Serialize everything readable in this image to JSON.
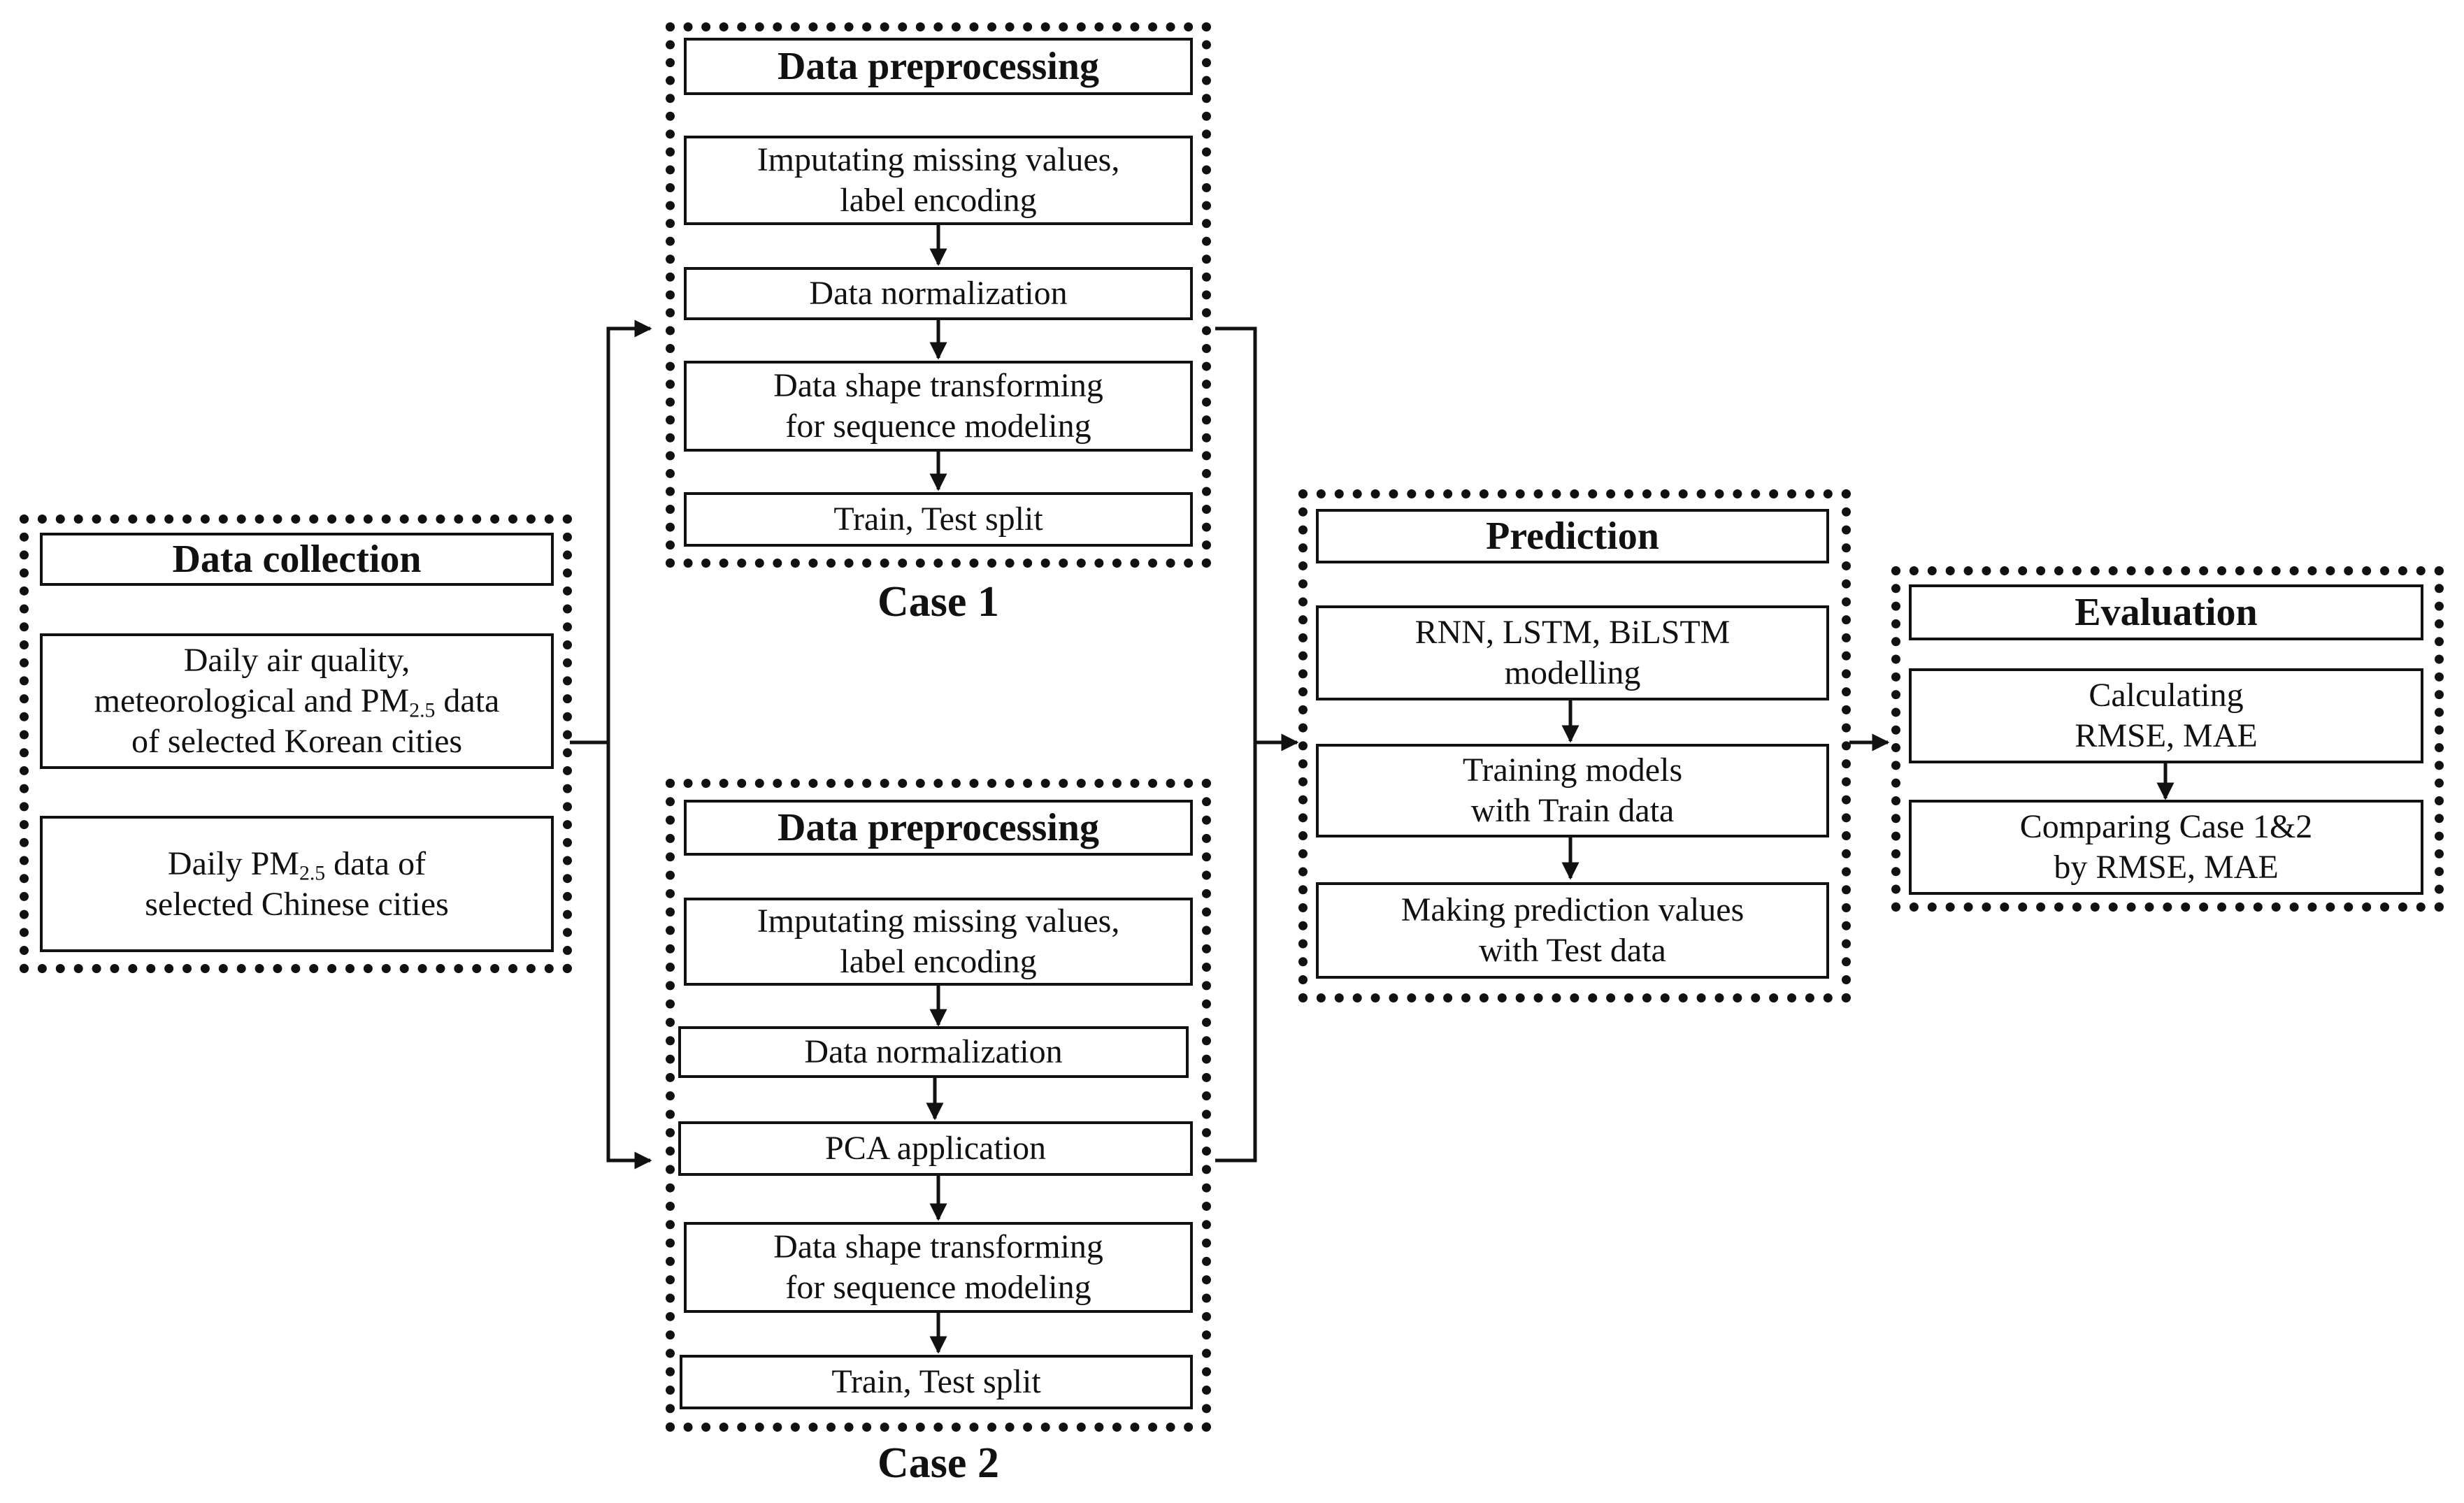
{
  "data_collection": {
    "title": "Data collection",
    "korea_line1": "Daily air quality,",
    "korea_line2a": "meteorological and PM",
    "korea_line2_sub": "2.5",
    "korea_line2b": " data",
    "korea_line3": "of selected Korean cities",
    "china_line1a": "Daily PM",
    "china_line1_sub": "2.5",
    "china_line1b": " data of",
    "china_line2": "selected Chinese cities"
  },
  "case1": {
    "caption": "Case 1",
    "title": "Data preprocessing",
    "step1_line1": "Imputating missing values,",
    "step1_line2": "label encoding",
    "step2": "Data normalization",
    "step3_line1": "Data shape transforming",
    "step3_line2": "for sequence modeling",
    "step4": "Train, Test split"
  },
  "case2": {
    "caption": "Case 2",
    "title": "Data preprocessing",
    "step1_line1": "Imputating missing values,",
    "step1_line2": "label encoding",
    "step2": "Data normalization",
    "step3": "PCA application",
    "step4_line1": "Data shape transforming",
    "step4_line2": "for sequence modeling",
    "step5": "Train, Test split"
  },
  "prediction": {
    "title": "Prediction",
    "step1_line1": "RNN, LSTM, BiLSTM",
    "step1_line2": "modelling",
    "step2_line1": "Training models",
    "step2_line2": "with Train data",
    "step3_line1": "Making prediction values",
    "step3_line2": "with Test data"
  },
  "evaluation": {
    "title": "Evaluation",
    "step1_line1": "Calculating",
    "step1_line2": "RMSE, MAE",
    "step2_line1": "Comparing Case 1&2",
    "step2_line2": "by RMSE, MAE"
  }
}
